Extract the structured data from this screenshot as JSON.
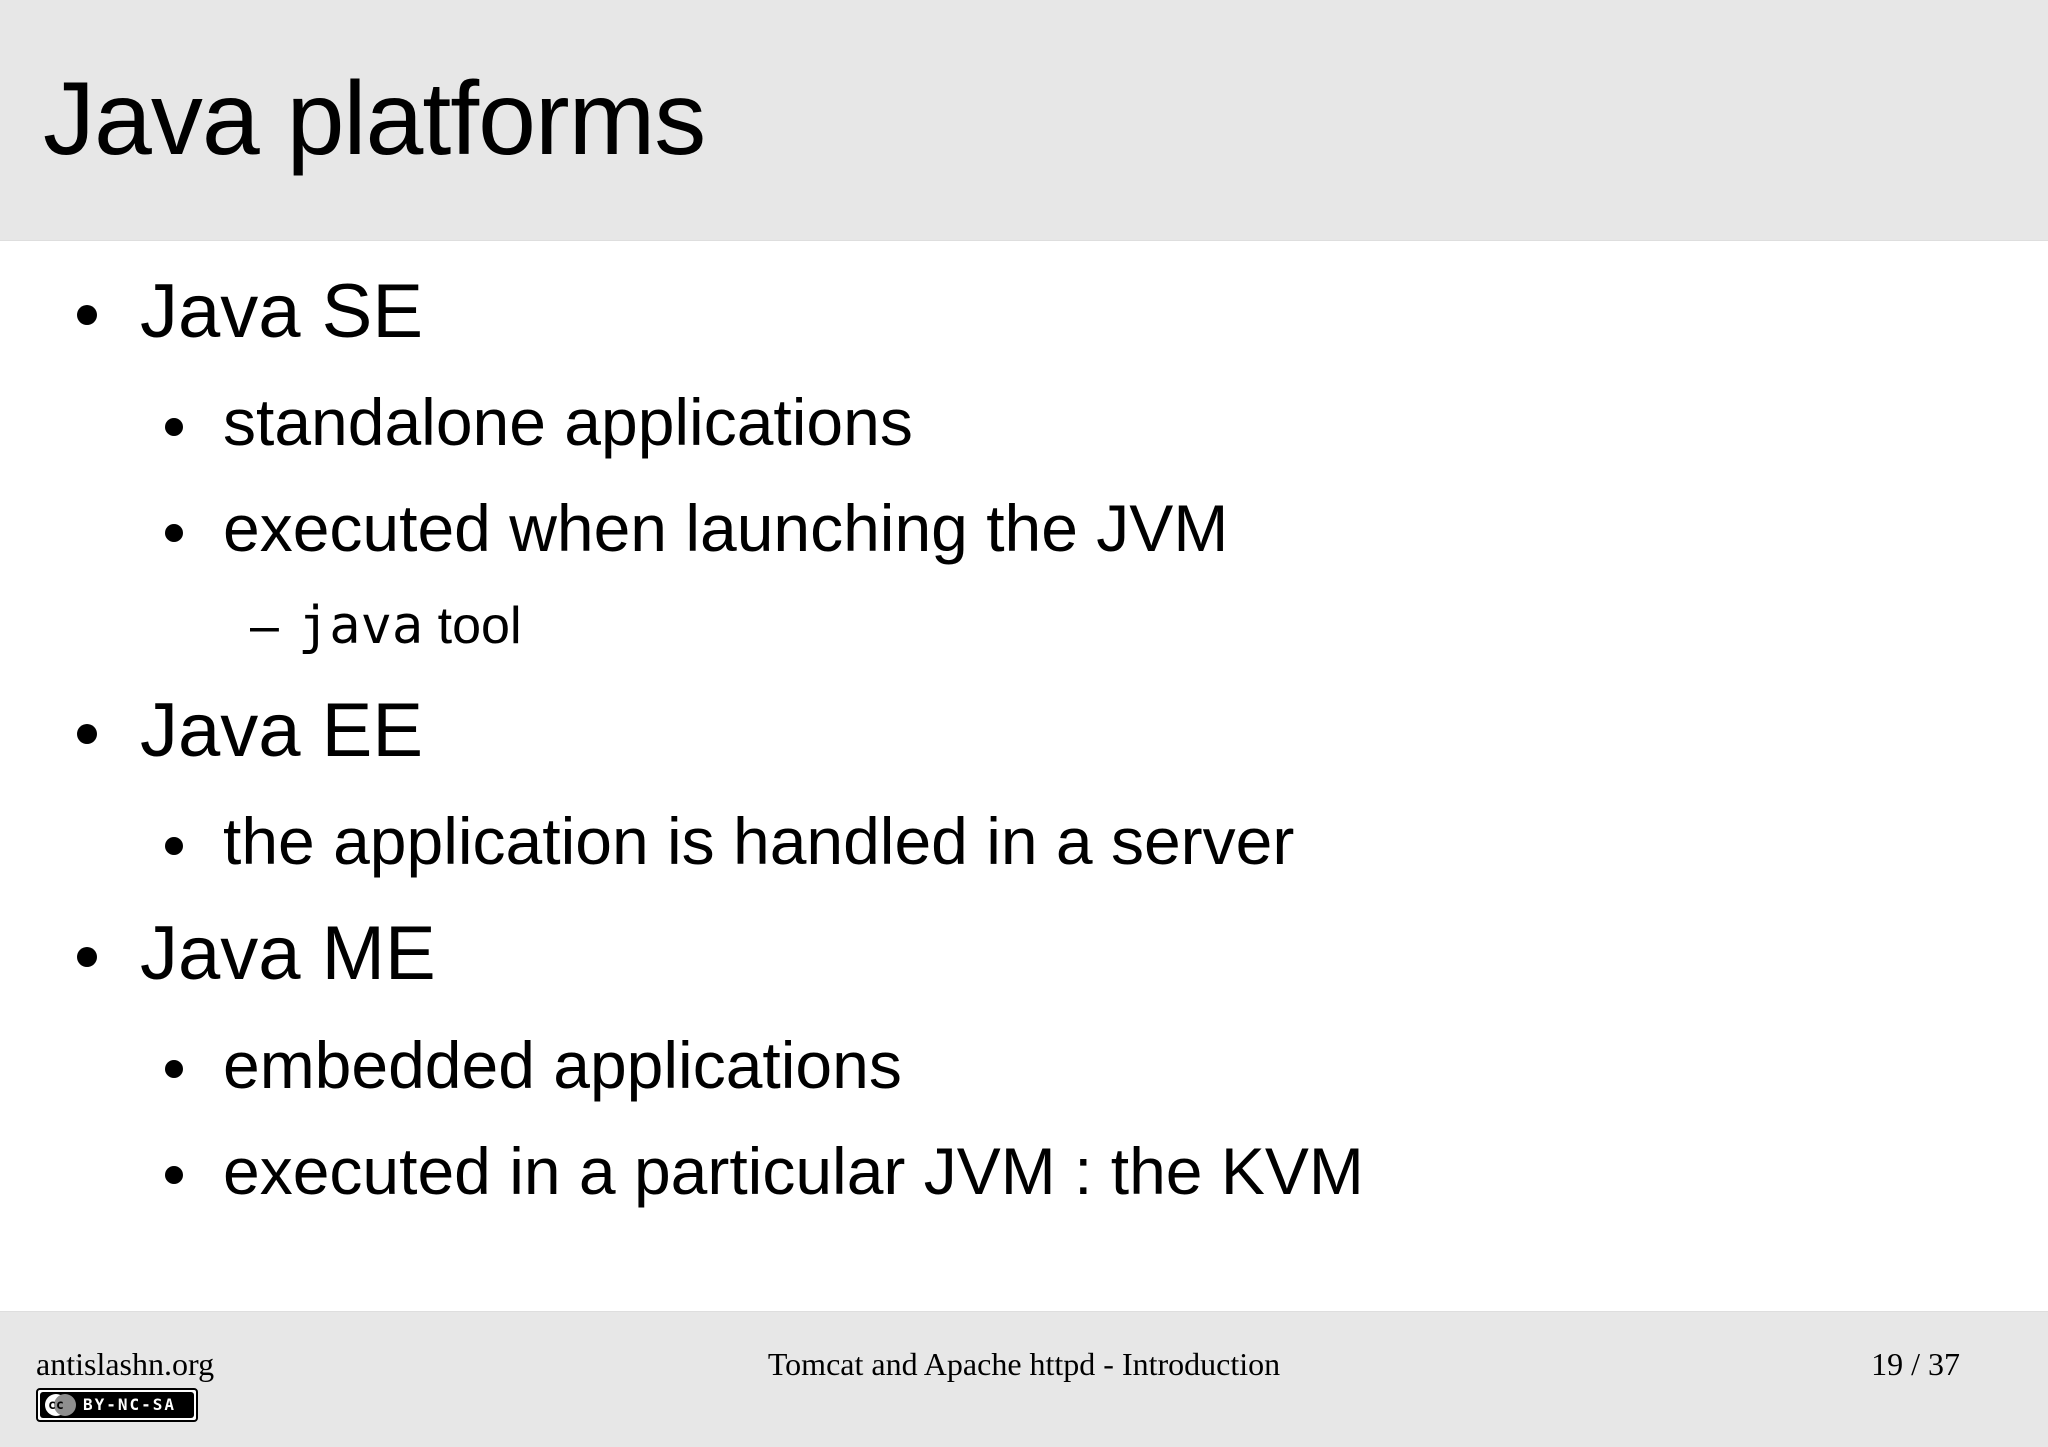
{
  "slide": {
    "title": "Java platforms",
    "bullets": [
      {
        "level": 1,
        "marker": "•",
        "runs": [
          {
            "text": "Java SE"
          }
        ]
      },
      {
        "level": 2,
        "marker": "•",
        "runs": [
          {
            "text": "standalone applications"
          }
        ]
      },
      {
        "level": 2,
        "marker": "•",
        "runs": [
          {
            "text": "executed when launching the JVM"
          }
        ]
      },
      {
        "level": 3,
        "marker": "–",
        "runs": [
          {
            "text": "java",
            "mono": true
          },
          {
            "text": " tool"
          }
        ]
      },
      {
        "level": 1,
        "marker": "•",
        "runs": [
          {
            "text": "Java EE"
          }
        ]
      },
      {
        "level": 2,
        "marker": "•",
        "runs": [
          {
            "text": "the application is handled in a server"
          }
        ]
      },
      {
        "level": 1,
        "marker": "•",
        "runs": [
          {
            "text": "Java ME"
          }
        ]
      },
      {
        "level": 2,
        "marker": "•",
        "runs": [
          {
            "text": "embedded applications"
          }
        ]
      },
      {
        "level": 2,
        "marker": "•",
        "runs": [
          {
            "text": "executed in a particular JVM : the KVM"
          }
        ]
      }
    ]
  },
  "footer": {
    "site": "antislashn.org",
    "doc_title": "Tomcat and Apache httpd - Introduction",
    "page": "19 / 37",
    "license": {
      "logo": "cc",
      "label": "BY-NC-SA"
    }
  },
  "colors": {
    "band": "#e7e7e7",
    "background": "#ffffff",
    "text": "#000000"
  }
}
